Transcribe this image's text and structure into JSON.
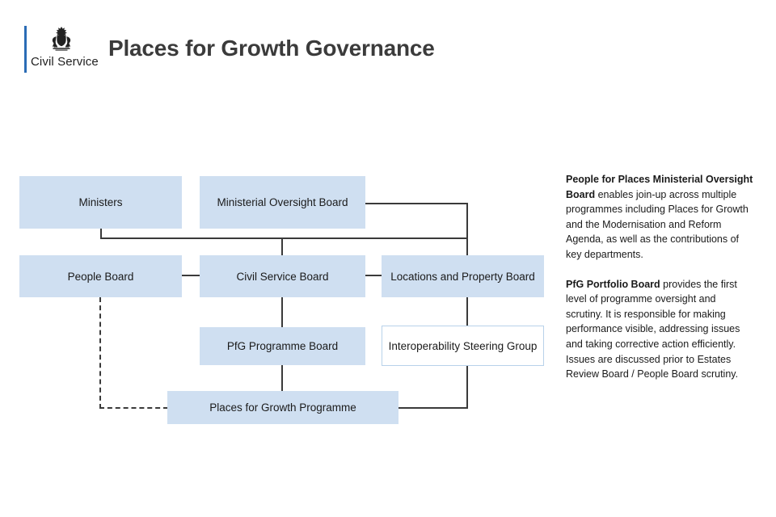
{
  "header": {
    "logo_text": "Civil Service",
    "logo_icon": "royal-crest-icon",
    "accent_color": "#2b6cb5",
    "title": "Places for Growth Governance"
  },
  "diagram": {
    "node_fill_color": "#cfdff1",
    "connector_color": "#3a3a3a",
    "nodes": [
      {
        "id": "ministers",
        "label": "Ministers",
        "style": "filled"
      },
      {
        "id": "mob",
        "label": "Ministerial Oversight Board",
        "style": "filled"
      },
      {
        "id": "people_board",
        "label": "People Board",
        "style": "filled"
      },
      {
        "id": "csb",
        "label": "Civil Service Board",
        "style": "filled"
      },
      {
        "id": "locations",
        "label": "Locations and Property Board",
        "style": "filled"
      },
      {
        "id": "pfg_board",
        "label": "PfG Programme Board",
        "style": "filled"
      },
      {
        "id": "interop",
        "label": "Interoperability Steering Group",
        "style": "outline"
      },
      {
        "id": "pfg_programme",
        "label": "Places for Growth Programme",
        "style": "filled"
      }
    ]
  },
  "notes": [
    {
      "id": "note-mob",
      "lead": "People for Places Ministerial Oversight Board",
      "body": " enables join-up across multiple programmes including Places for Growth and the Modernisation and Reform Agenda, as well as the contributions of key departments."
    },
    {
      "id": "note-pfg-portfolio",
      "lead": "PfG Portfolio Board",
      "body": " provides the first level of programme oversight and scrutiny. It is responsible for making performance visible, addressing issues and taking corrective action efficiently. Issues are discussed prior to Estates Review Board / People Board scrutiny."
    }
  ]
}
